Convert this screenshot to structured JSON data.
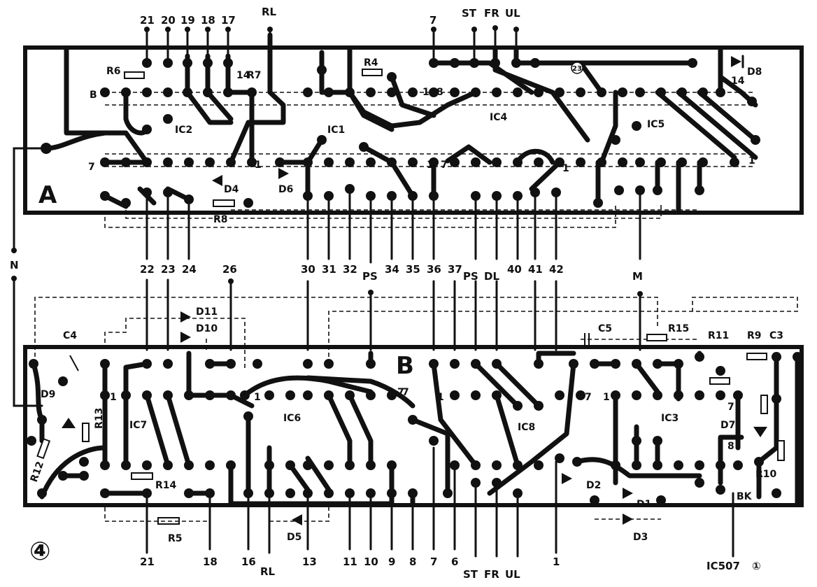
{
  "board_a": {
    "label": "A",
    "top_pins": [
      "21",
      "20",
      "19",
      "18",
      "17",
      "RL",
      "7",
      "ST",
      "FR",
      "UL"
    ],
    "ic_labels": [
      "IC1",
      "IC2",
      "IC4",
      "IC5"
    ],
    "components": [
      "R4",
      "R6",
      "R7",
      "R8",
      "D4",
      "D6",
      "D8",
      "B"
    ],
    "pin_marks": [
      "14",
      "14",
      "8",
      "14",
      "7",
      "1",
      "7",
      "1",
      "1",
      "1",
      "23"
    ],
    "bottom_links": [
      "22",
      "23",
      "24",
      "26",
      "30",
      "31",
      "32",
      "PS",
      "34",
      "35",
      "36",
      "37",
      "PS",
      "DL",
      "40",
      "41",
      "42",
      "M"
    ]
  },
  "connector_n": "N",
  "board_b": {
    "label": "B",
    "ic_labels": [
      "IC3",
      "IC6",
      "IC7",
      "IC8"
    ],
    "components": [
      "C3",
      "C4",
      "C5",
      "R5",
      "R9",
      "R10",
      "R11",
      "R12",
      "R13",
      "R14",
      "R15",
      "D1",
      "D2",
      "D3",
      "D5",
      "D7",
      "D9",
      "D10",
      "D11",
      "BK"
    ],
    "pin_marks": [
      "1",
      "7",
      "1",
      "7",
      "1",
      "7",
      "1",
      "7",
      "8"
    ],
    "bottom_pins": [
      "21",
      "18",
      "16",
      "RL",
      "13",
      "11",
      "10",
      "9",
      "8",
      "7",
      "6",
      "ST",
      "FR",
      "UL",
      "1"
    ]
  },
  "figure_number": "④",
  "ic_ref": "IC507",
  "ic_ref_pin": "①"
}
